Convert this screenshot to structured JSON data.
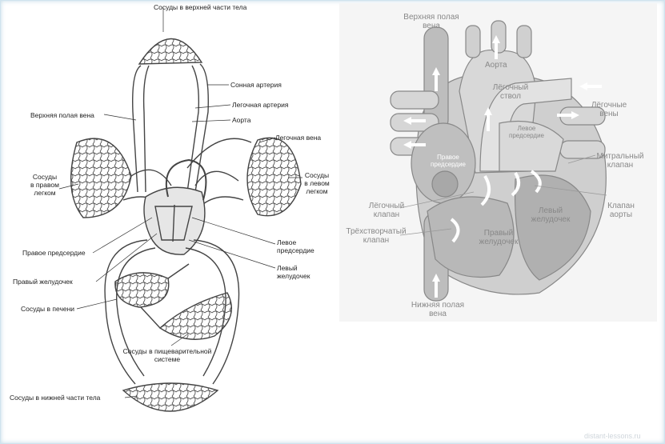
{
  "left_diagram": {
    "labels": {
      "upper_body": "Сосуды в верхней части тела",
      "carotid": "Сонная артерия",
      "svc": "Верхняя полая вена",
      "pulm_artery": "Легочная артерия",
      "aorta": "Аорта",
      "pulm_vein": "Легочная вена",
      "right_lung_l1": "Сосуды",
      "right_lung_l2": "в правом",
      "right_lung_l3": "легком",
      "left_lung_l1": "Сосуды",
      "left_lung_l2": "в левом",
      "left_lung_l3": "легком",
      "right_atrium": "Правое предсердие",
      "left_atrium_l1": "Левое",
      "left_atrium_l2": "предсердие",
      "right_ventricle": "Правый желудочек",
      "left_ventricle_l1": "Левый",
      "left_ventricle_l2": "желудочек",
      "liver": "Сосуды в печени",
      "digestive_l1": "Сосуды в пищеварительной",
      "digestive_l2": "системе",
      "lower_body": "Сосуды в нижней части тела"
    }
  },
  "right_diagram": {
    "labels": {
      "svc_l1": "Верхняя полая",
      "svc_l2": "вена",
      "aorta": "Аорта",
      "pulm_trunk_l1": "Лёгочный",
      "pulm_trunk_l2": "ствол",
      "pulm_veins_l1": "Лёгочные",
      "pulm_veins_l2": "вены",
      "left_atrium_l1": "Левое",
      "left_atrium_l2": "предсердие",
      "right_atrium_l1": "Правое",
      "right_atrium_l2": "предсердие",
      "mitral_l1": "Митральный",
      "mitral_l2": "клапан",
      "pulm_valve_l1": "Лёгочный",
      "pulm_valve_l2": "клапан",
      "aortic_valve_l1": "Клапан",
      "aortic_valve_l2": "аорты",
      "left_ventricle_l1": "Левый",
      "left_ventricle_l2": "желудочек",
      "tricuspid_l1": "Трёхстворчатый",
      "tricuspid_l2": "клапан",
      "right_ventricle_l1": "Правый",
      "right_ventricle_l2": "желудочек",
      "ivc_l1": "Нижняя полая",
      "ivc_l2": "вена"
    }
  },
  "watermark": "distant-lessons.ru"
}
